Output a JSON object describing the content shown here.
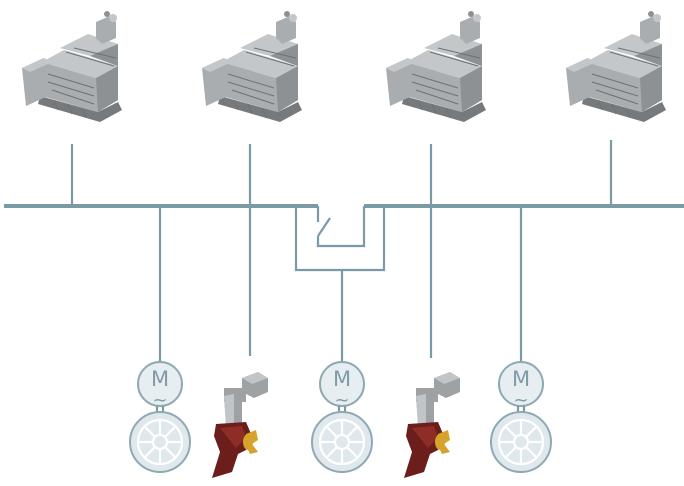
{
  "diagram": {
    "motor_symbol": "M",
    "motor_sub_symbol": "~",
    "colors": {
      "line": "#7a9aa6",
      "motor_fill": "#e7eef1",
      "azimuth_body": "#6b1e1b",
      "azimuth_propeller": "#d6a32c",
      "engine": "#a9adb0"
    },
    "generators": [
      {
        "id": "generator-1",
        "icon": "diesel-generator-icon"
      },
      {
        "id": "generator-2",
        "icon": "diesel-generator-icon"
      },
      {
        "id": "generator-3",
        "icon": "diesel-generator-icon"
      },
      {
        "id": "generator-4",
        "icon": "diesel-generator-icon"
      }
    ],
    "consumers": [
      {
        "id": "propulsion-motor-1",
        "icon": "electric-motor-propeller-icon"
      },
      {
        "id": "azimuth-thruster-1",
        "icon": "azimuth-thruster-icon"
      },
      {
        "id": "propulsion-motor-2",
        "icon": "electric-motor-propeller-icon"
      },
      {
        "id": "azimuth-thruster-2",
        "icon": "azimuth-thruster-icon"
      },
      {
        "id": "propulsion-motor-3",
        "icon": "electric-motor-propeller-icon"
      }
    ],
    "bus_tie_breaker": {
      "icon": "bus-tie-switch-icon",
      "state": "open"
    }
  }
}
